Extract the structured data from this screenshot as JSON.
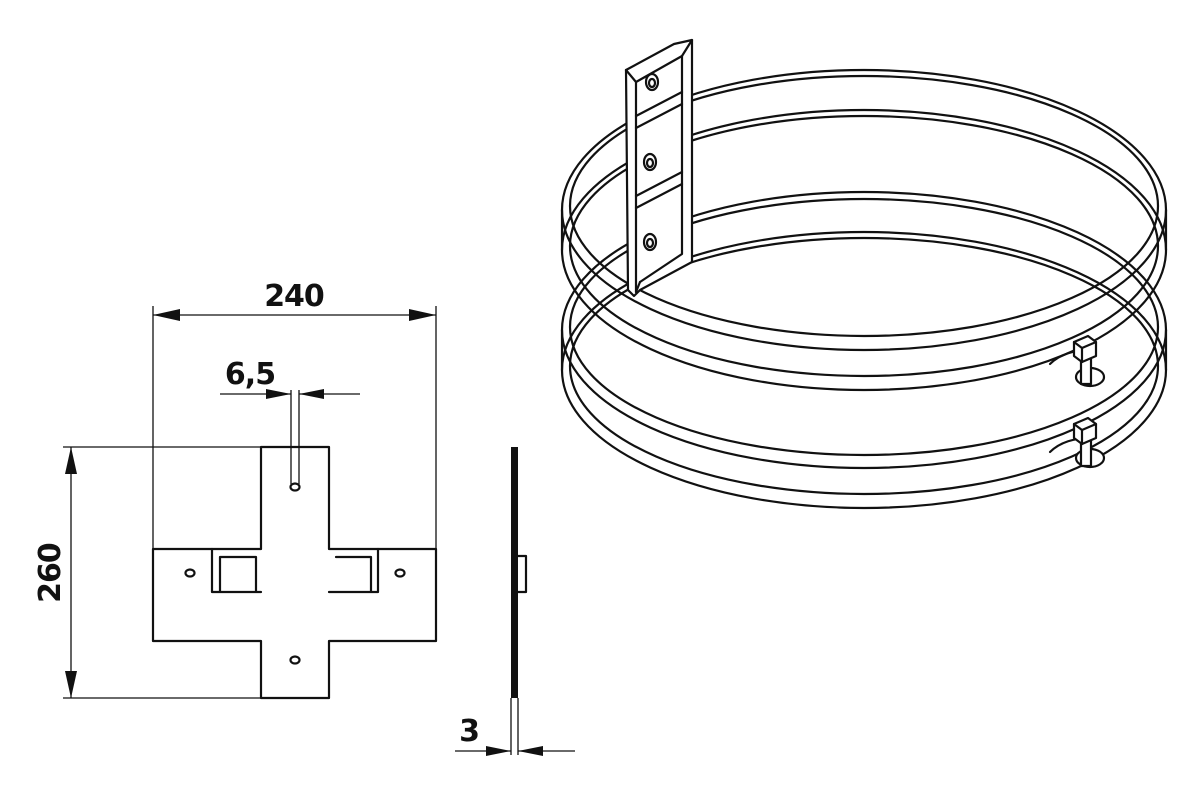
{
  "dimensions": {
    "width": "240",
    "height": "260",
    "hole": "6,5",
    "thickness": "3"
  },
  "colors": {
    "line": "#111111",
    "background": "#ffffff"
  }
}
